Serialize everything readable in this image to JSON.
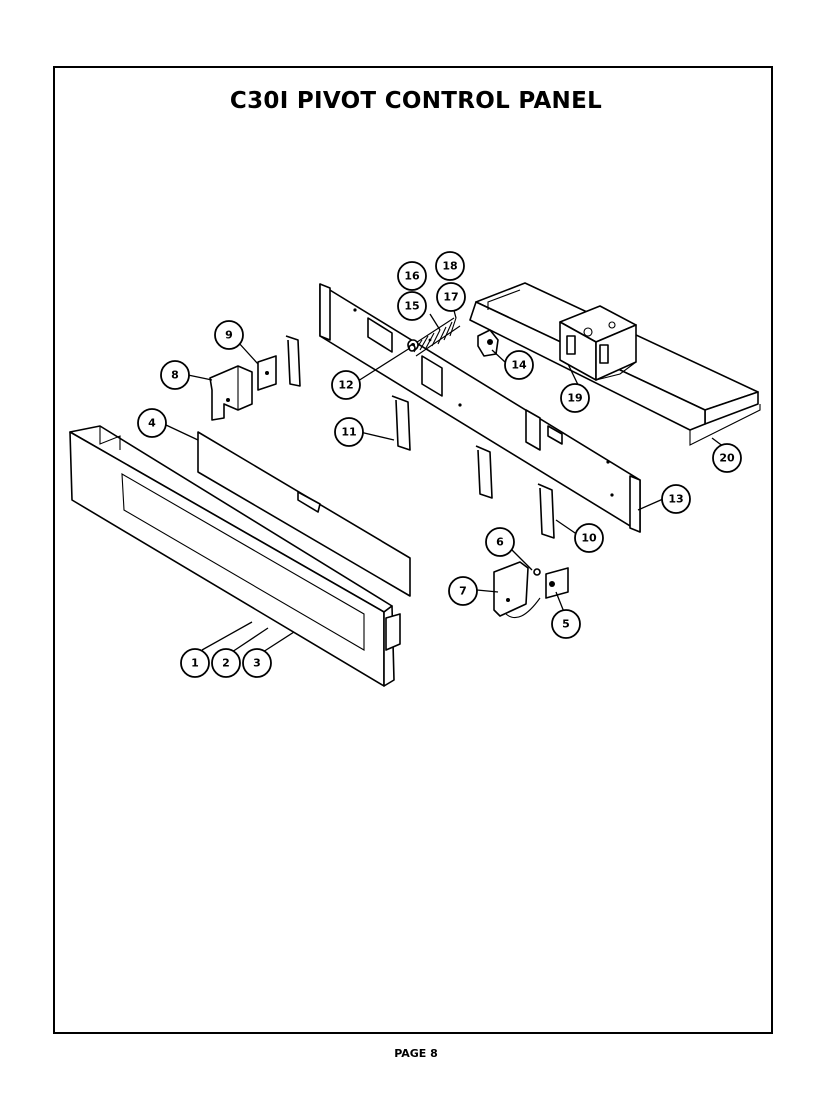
{
  "title": "C30I PIVOT CONTROL PANEL",
  "page_label": "PAGE 8",
  "callouts": [
    {
      "id": "c1",
      "label": "1"
    },
    {
      "id": "c2",
      "label": "2"
    },
    {
      "id": "c3",
      "label": "3"
    },
    {
      "id": "c4",
      "label": "4"
    },
    {
      "id": "c5",
      "label": "5"
    },
    {
      "id": "c6",
      "label": "6"
    },
    {
      "id": "c7",
      "label": "7"
    },
    {
      "id": "c8",
      "label": "8"
    },
    {
      "id": "c9",
      "label": "9"
    },
    {
      "id": "c10",
      "label": "10"
    },
    {
      "id": "c11",
      "label": "11"
    },
    {
      "id": "c12",
      "label": "12"
    },
    {
      "id": "c13",
      "label": "13"
    },
    {
      "id": "c14",
      "label": "14"
    },
    {
      "id": "c15",
      "label": "15"
    },
    {
      "id": "c16",
      "label": "16"
    },
    {
      "id": "c17",
      "label": "17"
    },
    {
      "id": "c18",
      "label": "18"
    },
    {
      "id": "c19",
      "label": "19"
    },
    {
      "id": "c20",
      "label": "20"
    }
  ]
}
